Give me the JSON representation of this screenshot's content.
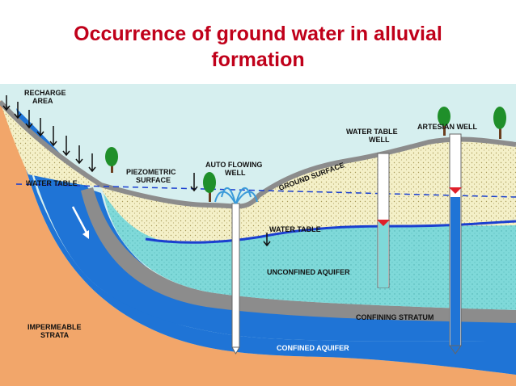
{
  "title": {
    "line1": "Occurrence of ground water in alluvial",
    "line2": "formation"
  },
  "labels": {
    "recharge_area_1": "RECHARGE",
    "recharge_area_2": "AREA",
    "water_table_left": "WATER TABLE",
    "piezometric_1": "PIEZOMETRIC",
    "piezometric_2": "SURFACE",
    "auto_flowing_1": "AUTO FLOWING",
    "auto_flowing_2": "WELL",
    "ground_surface": "GROUND SURFACE",
    "water_table_well_1": "WATER TABLE",
    "water_table_well_2": "WELL",
    "artesian_well": "ARTESIAN WELL",
    "water_table_mid": "WATER TABLE",
    "unconfined_aquifer": "UNCONFINED AQUIFER",
    "confining_stratum": "CONFINING STRATUM",
    "impermeable_1": "IMPERMEABLE",
    "impermeable_2": "STRATA",
    "confined_aquifer": "CONFINED AQUIFER"
  },
  "colors": {
    "title": "#c0001a",
    "sky": "#d6efef",
    "impermeable": "#f2a66a",
    "confined": "#1f74d6",
    "unconfined": "#7fd9d9",
    "soil": "#f4f0c8",
    "stratum": "#8c8c8c",
    "water_table_line": "#1a3fd0",
    "tree": "#1f8f2a",
    "marker": "#e0202a"
  }
}
